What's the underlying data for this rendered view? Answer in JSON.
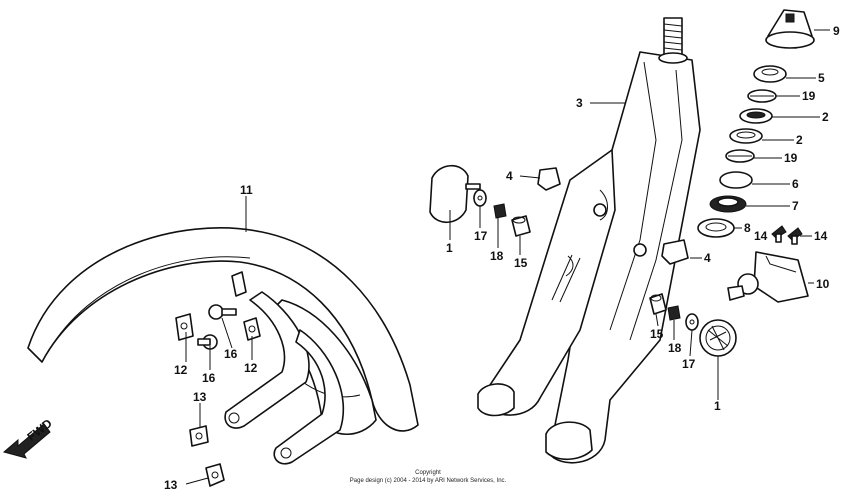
{
  "callouts": {
    "c1a": "1",
    "c1b": "1",
    "c2a": "2",
    "c2b": "2",
    "c3": "3",
    "c4a": "4",
    "c4b": "4",
    "c5": "5",
    "c6": "6",
    "c7": "7",
    "c8": "8",
    "c9": "9",
    "c10": "10",
    "c11": "11",
    "c12a": "12",
    "c12b": "12",
    "c13a": "13",
    "c13b": "13",
    "c14a": "14",
    "c14b": "14",
    "c15a": "15",
    "c15b": "15",
    "c16a": "16",
    "c16b": "16",
    "c17a": "17",
    "c17b": "17",
    "c18a": "18",
    "c18b": "18",
    "c19a": "19",
    "c19b": "19"
  },
  "direction_label": "FWD",
  "copyright": {
    "line1": "Copyright",
    "line2": "Page design (c) 2004 - 2014 by ARI Network Services, Inc."
  }
}
